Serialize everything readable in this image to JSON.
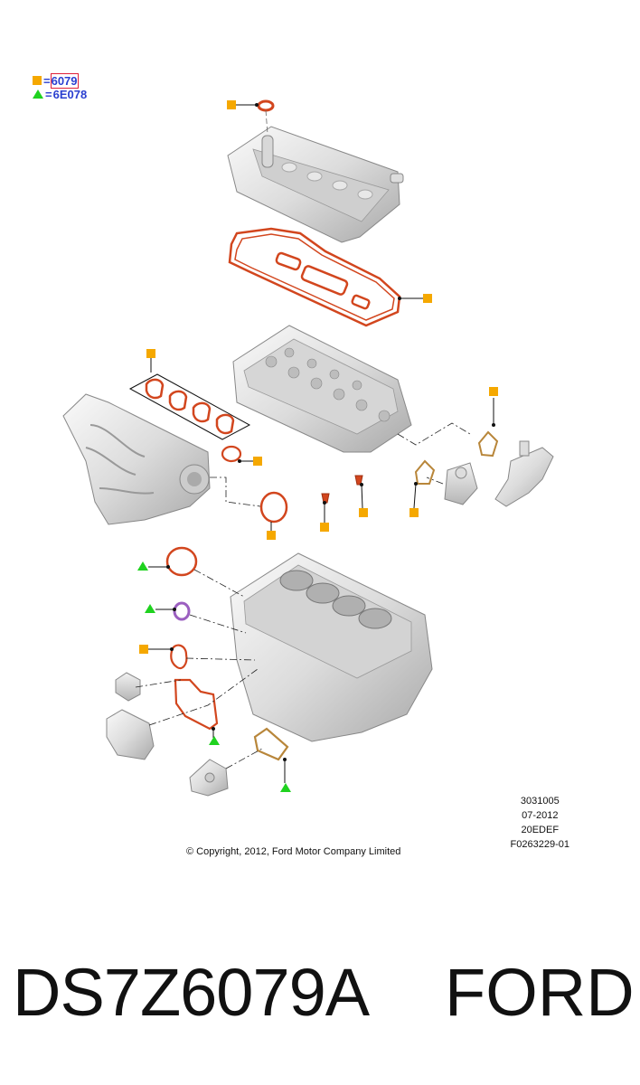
{
  "legend": [
    {
      "symbol": "square",
      "color": "#f5a800",
      "eq": "=",
      "code": "6079"
    },
    {
      "symbol": "triangle",
      "color": "#1fd21f",
      "eq": "=",
      "code": "6E078"
    }
  ],
  "colors": {
    "gasket_main": "#d2461e",
    "gasket_alt": "#b8863a",
    "purple_seal": "#9b5fc0",
    "marker_square": "#f5a800",
    "marker_triangle": "#1fd21f",
    "legend_text": "#2a3fd0"
  },
  "meta_lines": [
    "3031005",
    "07-2012",
    "20EDEF",
    "F0263229-01"
  ],
  "copyright": "© Copyright, 2012, Ford Motor Company Limited",
  "part_number": "DS7Z6079A",
  "brand": "FORD"
}
